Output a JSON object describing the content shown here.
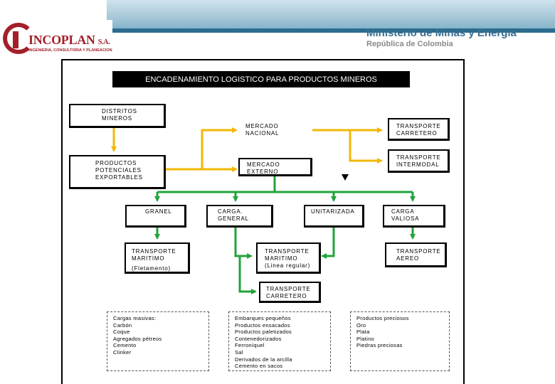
{
  "header": {
    "logo_name": "INCOPLAN",
    "logo_suffix": "S.A.",
    "logo_tagline": "INGENIERIA, CONSULTORIA Y PLANEACION",
    "ministry": "Ministerio de Minas y Energía",
    "republic": "República de Colombia"
  },
  "diagram": {
    "title": "ENCADENAMIENTO LOGISTICO PARA PRODUCTOS MINEROS",
    "distritos": [
      "DISTRITOS",
      "MINEROS"
    ],
    "productos": [
      "PRODUCTOS",
      "POTENCIALES",
      "EXPORTABLES"
    ],
    "mercado_nacional": "MERCADO NACIONAL",
    "mercado_externo": "MERCADO EXTERNO",
    "transporte_carretero_top": [
      "TRANSPORTE",
      "CARRETERO"
    ],
    "transporte_intermodal": [
      "TRANSPORTE",
      "INTERMODAL"
    ],
    "granel": "GRANEL",
    "carga_general": "CARGA. GENERAL",
    "unitarizada": "UNITARIZADA",
    "carga_valiosa": "CARGA VALIOSA",
    "transporte_maritimo_fletamento": [
      "TRANSPORTE",
      "MARITIMO",
      "(Fletamento)"
    ],
    "transporte_maritimo_regular": [
      "TRANSPORTE",
      "MARITIMO",
      "(Linea regular)"
    ],
    "transporte_aereo": [
      "TRANSPORTE",
      "AEREO"
    ],
    "transporte_carretero_bottom": [
      "TRANSPORTE",
      "CARRETERO"
    ],
    "notes": {
      "granel": [
        "Cargas masivas:",
        "Carbón",
        "Coque",
        "Agregados pétreos",
        "Cemento",
        "Clinker"
      ],
      "general": [
        "Embarques pequeños",
        "Productos ensacados",
        "Productos paletizados",
        "Contenedorizados",
        "Ferroníquel",
        "Sal",
        "Derivados de la arcilla",
        "Cemento en sacos"
      ],
      "valiosa": [
        "Productos preciosos",
        "Oro",
        "Plata",
        "Platino",
        "Piedras preciosas"
      ]
    },
    "colors": {
      "yellow_arrow": "#f2b705",
      "green_arrow": "#22a33b",
      "ministry_blue": "#3a6f92",
      "brand_red": "#a3202a"
    }
  }
}
